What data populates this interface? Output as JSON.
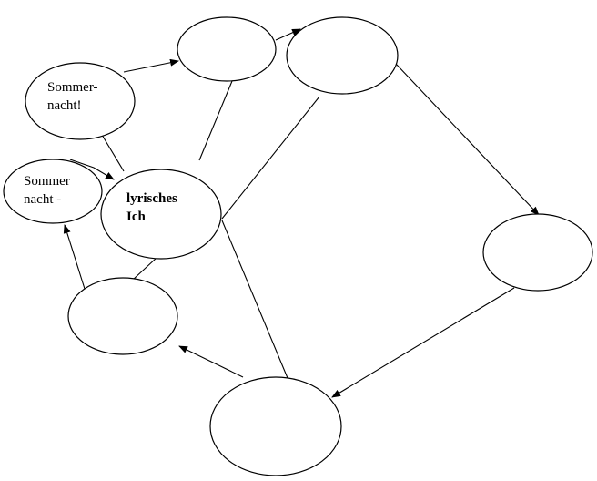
{
  "diagram": {
    "nodes": [
      {
        "id": "sommernacht_exclaim",
        "lines": [
          "Sommer-",
          "nacht!"
        ],
        "bold": false
      },
      {
        "id": "sommer_nacht_dash",
        "lines": [
          "Sommer",
          "nacht -"
        ],
        "bold": false
      },
      {
        "id": "lyrisches_ich",
        "lines": [
          "lyrisches",
          "Ich"
        ],
        "bold": true
      },
      {
        "id": "empty_top_left",
        "lines": [],
        "bold": false
      },
      {
        "id": "empty_top_right",
        "lines": [],
        "bold": false
      },
      {
        "id": "empty_right",
        "lines": [],
        "bold": false
      },
      {
        "id": "empty_bottom",
        "lines": [],
        "bold": false
      },
      {
        "id": "empty_bottom_left",
        "lines": [],
        "bold": false
      }
    ],
    "edges": [
      {
        "from": "sommernacht_exclaim",
        "to": "empty_top_left",
        "directed": true
      },
      {
        "from": "empty_top_left",
        "to": "empty_top_right",
        "directed": true
      },
      {
        "from": "empty_top_right",
        "to": "empty_right",
        "directed": true
      },
      {
        "from": "empty_right",
        "to": "empty_bottom",
        "directed": true
      },
      {
        "from": "empty_bottom",
        "to": "empty_bottom_left",
        "directed": true
      },
      {
        "from": "empty_bottom_left",
        "to": "sommer_nacht_dash",
        "directed": true
      },
      {
        "from": "sommer_nacht_dash",
        "to": "lyrisches_ich",
        "directed": true
      },
      {
        "from": "lyrisches_ich",
        "to": "sommernacht_exclaim",
        "directed": false
      },
      {
        "from": "lyrisches_ich",
        "to": "empty_top_left",
        "directed": false
      },
      {
        "from": "lyrisches_ich",
        "to": "empty_top_right",
        "directed": false
      },
      {
        "from": "lyrisches_ich",
        "to": "empty_bottom",
        "directed": false
      },
      {
        "from": "lyrisches_ich",
        "to": "empty_bottom_left",
        "directed": false
      }
    ]
  }
}
